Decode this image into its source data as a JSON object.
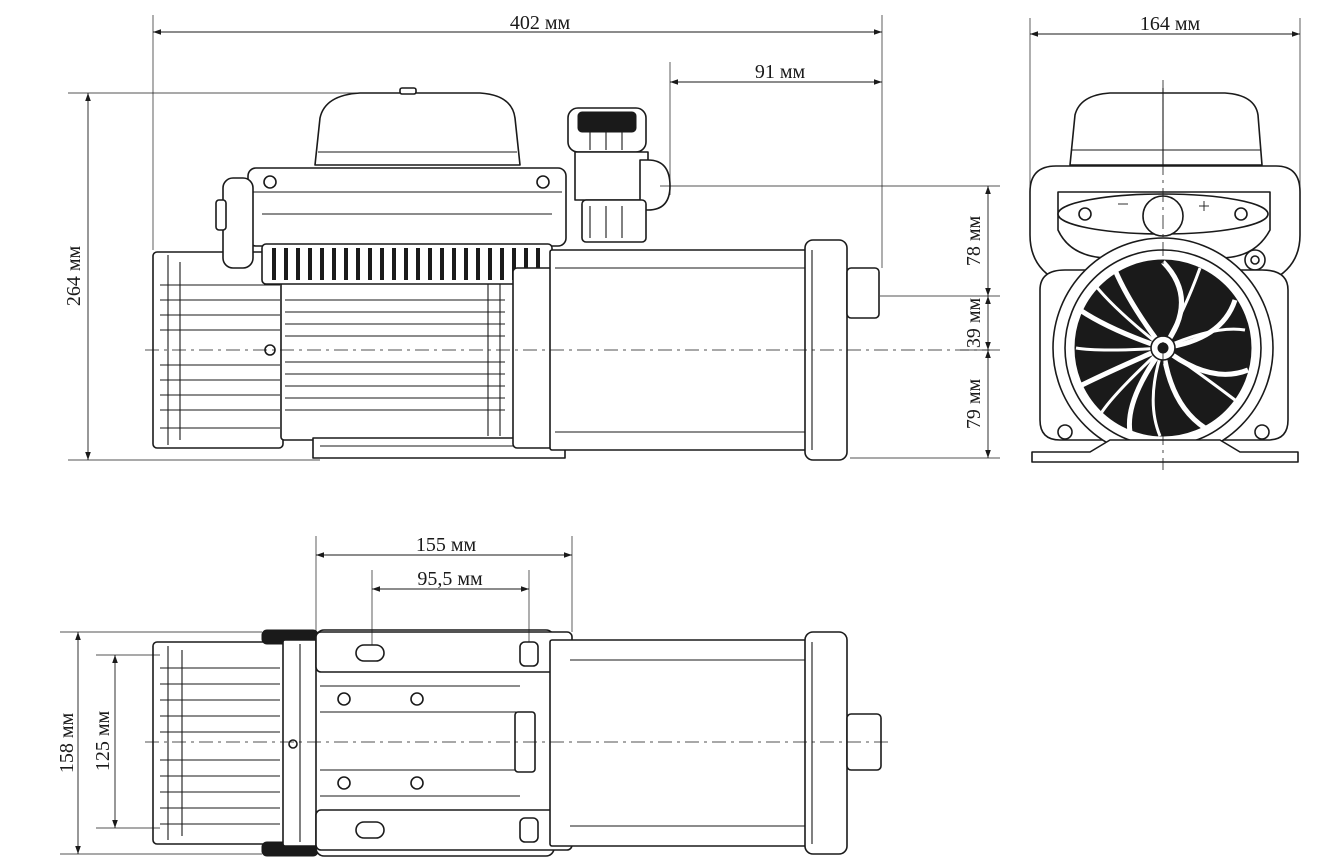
{
  "dimensions": {
    "overall_length": "402 мм",
    "outlet_offset": "91 мм",
    "overall_height": "264 мм",
    "front_width": "164 мм",
    "upper_offset": "78 мм",
    "axis_offset": "39 мм",
    "base_to_axis": "79 мм",
    "mount_spacing_outer": "155 мм",
    "mount_spacing_inner": "95,5 мм",
    "base_width_outer": "158 мм",
    "base_width_inner": "125 мм"
  },
  "colors": {
    "line": "#1a1a1a",
    "background": "#ffffff"
  }
}
